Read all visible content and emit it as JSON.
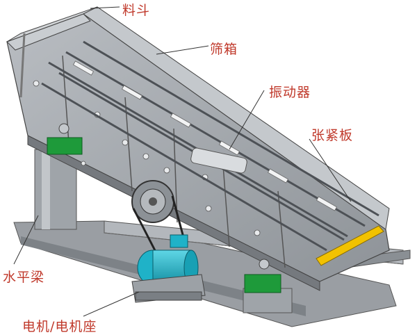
{
  "labels": {
    "hopper": "料斗",
    "screen_box": "筛箱",
    "vibrator": "振动器",
    "tension_plate": "张紧板",
    "horizontal_beam": "水平梁",
    "motor_base": "电机/电机座"
  },
  "colors": {
    "label_text": "#c0392b",
    "steel": "#a7abb0",
    "steel_dark": "#6f747a",
    "motor": "#1fb2c8",
    "spring_mount": "#1e9a3a",
    "tension_plate": "#f2c200"
  }
}
